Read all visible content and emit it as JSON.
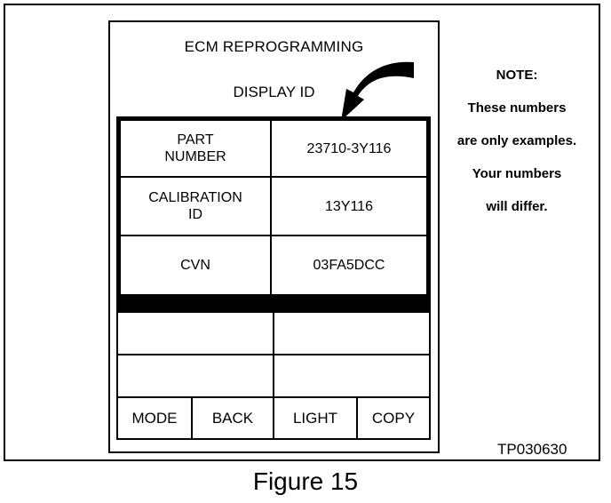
{
  "screen": {
    "title": "ECM REPROGRAMMING",
    "subtitle": "DISPLAY ID"
  },
  "rows": [
    {
      "label": "PART\nNUMBER",
      "value": "23710-3Y116"
    },
    {
      "label": "CALIBRATION\nID",
      "value": "13Y116"
    },
    {
      "label": "CVN",
      "value": "03FA5DCC"
    }
  ],
  "buttons": {
    "mode": "MODE",
    "back": "BACK",
    "light": "LIGHT",
    "copy": "COPY"
  },
  "note": {
    "heading": "NOTE:",
    "line1": "These numbers",
    "line2": "are only examples.",
    "line3": "Your numbers",
    "line4": "will differ."
  },
  "reference_id": "TP030630",
  "caption": "Figure 15",
  "icons": {
    "pointer": "curved-arrow-icon"
  }
}
